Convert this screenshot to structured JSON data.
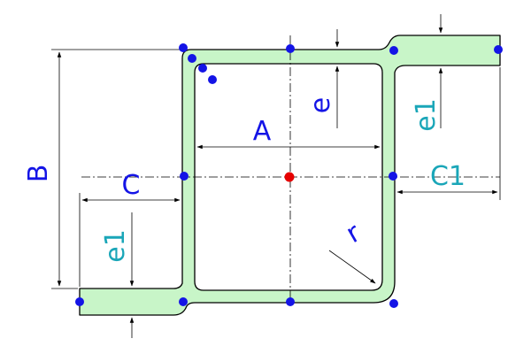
{
  "labels": {
    "A": "A",
    "B": "B",
    "C": "C",
    "C1": "C1",
    "e": "e",
    "e1_left": "e1",
    "e1_right": "e1",
    "r": "r"
  },
  "colors": {
    "profile_fill": "#c8f5c8",
    "profile_stroke": "#000000",
    "handle_point": "#1414e6",
    "center_point": "#e60000",
    "label_primary": "#1414e6",
    "label_secondary": "#1aa6b8",
    "dimension_line": "#000000"
  },
  "icons": {
    "handle": "blue-dot",
    "center": "red-dot",
    "arrowhead": "filled-triangle"
  }
}
